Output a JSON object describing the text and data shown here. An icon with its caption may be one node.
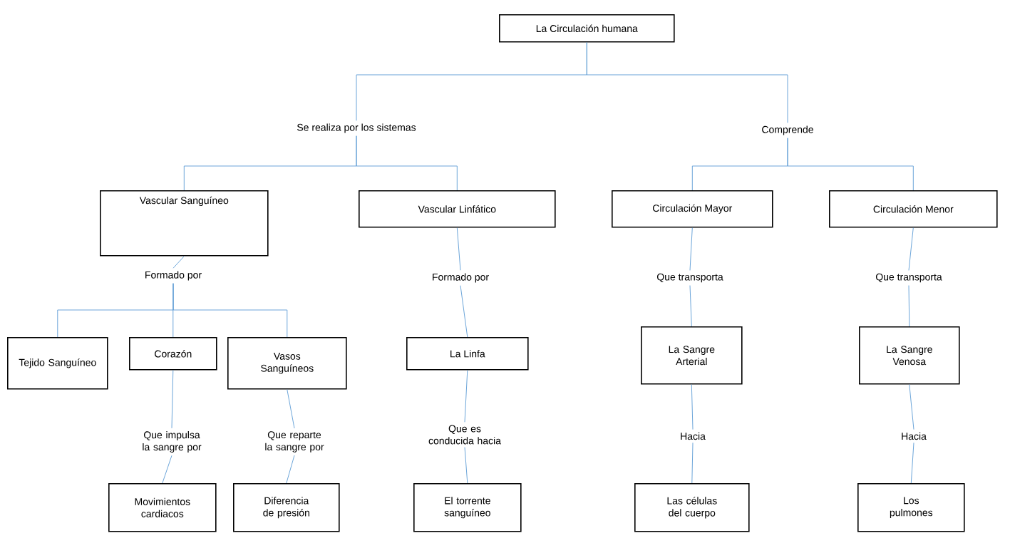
{
  "diagram": {
    "nodes": [
      {
        "text": [
          "La Circulación humana"
        ]
      },
      {
        "text": [
          "Se realiza por los sistemas"
        ]
      },
      {
        "text": [
          "Comprende"
        ]
      },
      {
        "text": [
          "Vascular Sanguíneo"
        ]
      },
      {
        "text": [
          "Vascular Linfático"
        ]
      },
      {
        "text": [
          "Circulación Mayor"
        ]
      },
      {
        "text": [
          "Circulación Menor"
        ]
      },
      {
        "text": [
          "Formado por"
        ]
      },
      {
        "text": [
          "Formado por"
        ]
      },
      {
        "text": [
          "Que transporta"
        ]
      },
      {
        "text": [
          "Que transporta"
        ]
      },
      {
        "text": [
          "Tejido Sanguíneo"
        ]
      },
      {
        "text": [
          "Corazón"
        ]
      },
      {
        "text": [
          "Vasos Sanguíneos"
        ]
      },
      {
        "text": [
          "La Linfa"
        ]
      },
      {
        "text": [
          "La Sangre Arterial"
        ]
      },
      {
        "text": [
          "La Sangre Venosa"
        ]
      },
      {
        "text": [
          "Que impulsa la sangre por"
        ]
      },
      {
        "text": [
          "Que reparte la sangre por"
        ]
      },
      {
        "text": [
          "Que es conducida hacia"
        ]
      },
      {
        "text": [
          "Hacia"
        ]
      },
      {
        "text": [
          "Hacia"
        ]
      },
      {
        "text": [
          "Movimientos cardiacos"
        ]
      },
      {
        "text": [
          "Diferencia de presión"
        ]
      },
      {
        "text": [
          "El torrente sanguíneo"
        ]
      },
      {
        "text": [
          "Las células del cuerpo"
        ]
      },
      {
        "text": [
          "Los pulmones"
        ]
      }
    ],
    "edges": [
      {
        "from": 0,
        "to": 1,
        "arrow": "none"
      },
      {
        "from": 0,
        "to": 2,
        "arrow": "none"
      },
      {
        "from": 1,
        "to": 3,
        "arrow": "none"
      },
      {
        "from": 1,
        "to": 4,
        "arrow": "none"
      },
      {
        "from": 2,
        "to": 5,
        "arrow": "none"
      },
      {
        "from": 2,
        "to": 6,
        "arrow": "none"
      },
      {
        "from": 3,
        "to": 7,
        "arrow": "none"
      },
      {
        "from": 4,
        "to": 8,
        "arrow": "none"
      },
      {
        "from": 5,
        "to": 9,
        "arrow": "none"
      },
      {
        "from": 6,
        "to": 10,
        "arrow": "none"
      },
      {
        "from": 7,
        "to": 11,
        "arrow": "none"
      },
      {
        "from": 7,
        "to": 12,
        "arrow": "none"
      },
      {
        "from": 7,
        "to": 13,
        "arrow": "none"
      },
      {
        "from": 8,
        "to": 14,
        "arrow": "none"
      },
      {
        "from": 9,
        "to": 15,
        "arrow": "none"
      },
      {
        "from": 10,
        "to": 16,
        "arrow": "none"
      },
      {
        "from": 12,
        "to": 17,
        "arrow": "none"
      },
      {
        "from": 13,
        "to": 18,
        "arrow": "none"
      },
      {
        "from": 14,
        "to": 19,
        "arrow": "none"
      },
      {
        "from": 15,
        "to": 20,
        "arrow": "none"
      },
      {
        "from": 16,
        "to": 21,
        "arrow": "none"
      },
      {
        "from": 17,
        "to": 22,
        "arrow": "none"
      },
      {
        "from": 18,
        "to": 23,
        "arrow": "none"
      },
      {
        "from": 19,
        "to": 24,
        "arrow": "none"
      },
      {
        "from": 20,
        "to": 25,
        "arrow": "none"
      },
      {
        "from": 21,
        "to": 26,
        "arrow": "none"
      }
    ]
  }
}
